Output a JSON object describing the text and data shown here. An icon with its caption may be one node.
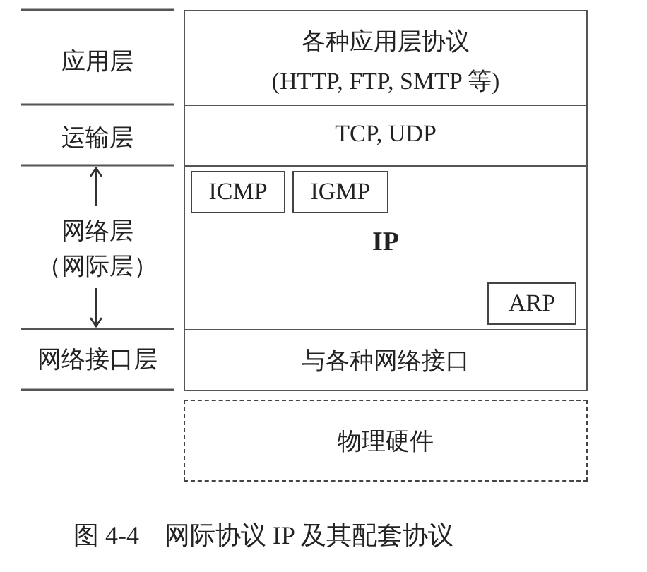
{
  "diagram": {
    "caption": "图 4-4　网际协议 IP 及其配套协议",
    "nodes": [
      {
        "text": [
          "各种应用层协议",
          "(HTTP, FTP, SMTP 等)"
        ]
      },
      {
        "text": [
          "TCP, UDP"
        ]
      },
      {
        "text": [
          "IP"
        ]
      },
      {
        "text": [
          "ICMP"
        ],
        "in": 2
      },
      {
        "text": [
          "IGMP"
        ],
        "in": 2
      },
      {
        "text": [
          "ARP"
        ],
        "in": 2
      },
      {
        "text": [
          "与各种网络接口"
        ]
      },
      {
        "text": [
          "物理硬件"
        ]
      }
    ],
    "labels": [
      "应用层",
      "运输层",
      "网络层",
      "（网际层）",
      "网络接口层"
    ]
  }
}
